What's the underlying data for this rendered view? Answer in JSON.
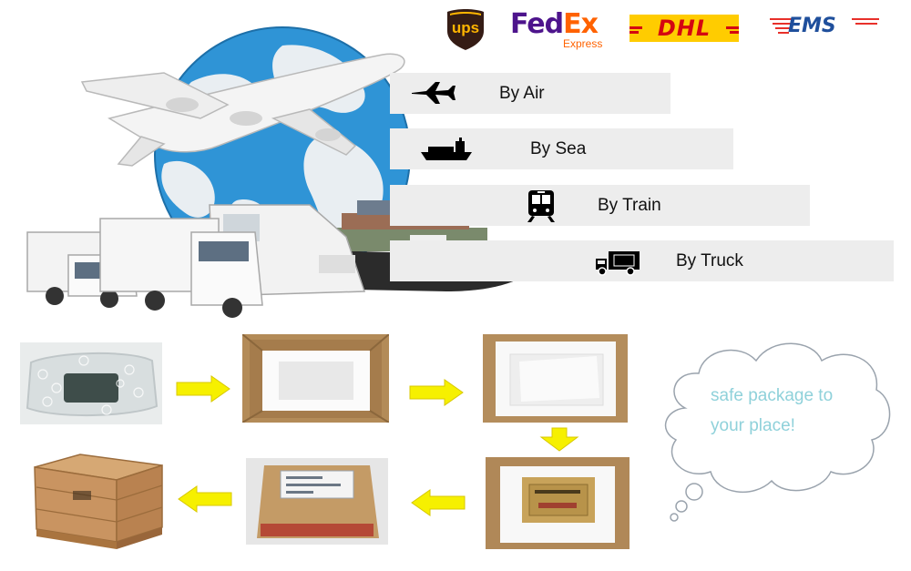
{
  "carriers": {
    "ups": "ups",
    "fedex_fed": "Fed",
    "fedex_ex": "Ex",
    "fedex_sub": "Express",
    "dhl": "DHL",
    "ems": "EMS"
  },
  "methods": [
    {
      "label": "By Air",
      "icon": "airplane-icon"
    },
    {
      "label": "By Sea",
      "icon": "ship-icon"
    },
    {
      "label": "By Train",
      "icon": "train-icon"
    },
    {
      "label": "By Truck",
      "icon": "truck-icon"
    }
  ],
  "packing_steps": [
    "bubble-wrapped-item",
    "foam-lined-box",
    "foam-covered-item",
    "labeled-item-in-box",
    "sealed-carton-with-documents",
    "wooden-crate"
  ],
  "cloud": {
    "line1": "safe package to",
    "line2": "your place!"
  },
  "colors": {
    "ups_brown": "#351c15",
    "ups_gold": "#ffb500",
    "fedex_purple": "#4d148c",
    "fedex_orange": "#ff6200",
    "dhl_yellow": "#ffcc00",
    "dhl_red": "#d40511",
    "ems_blue": "#1f4f9c",
    "arrow_yellow": "#f6f000",
    "cloud_text": "#8fd1da"
  }
}
